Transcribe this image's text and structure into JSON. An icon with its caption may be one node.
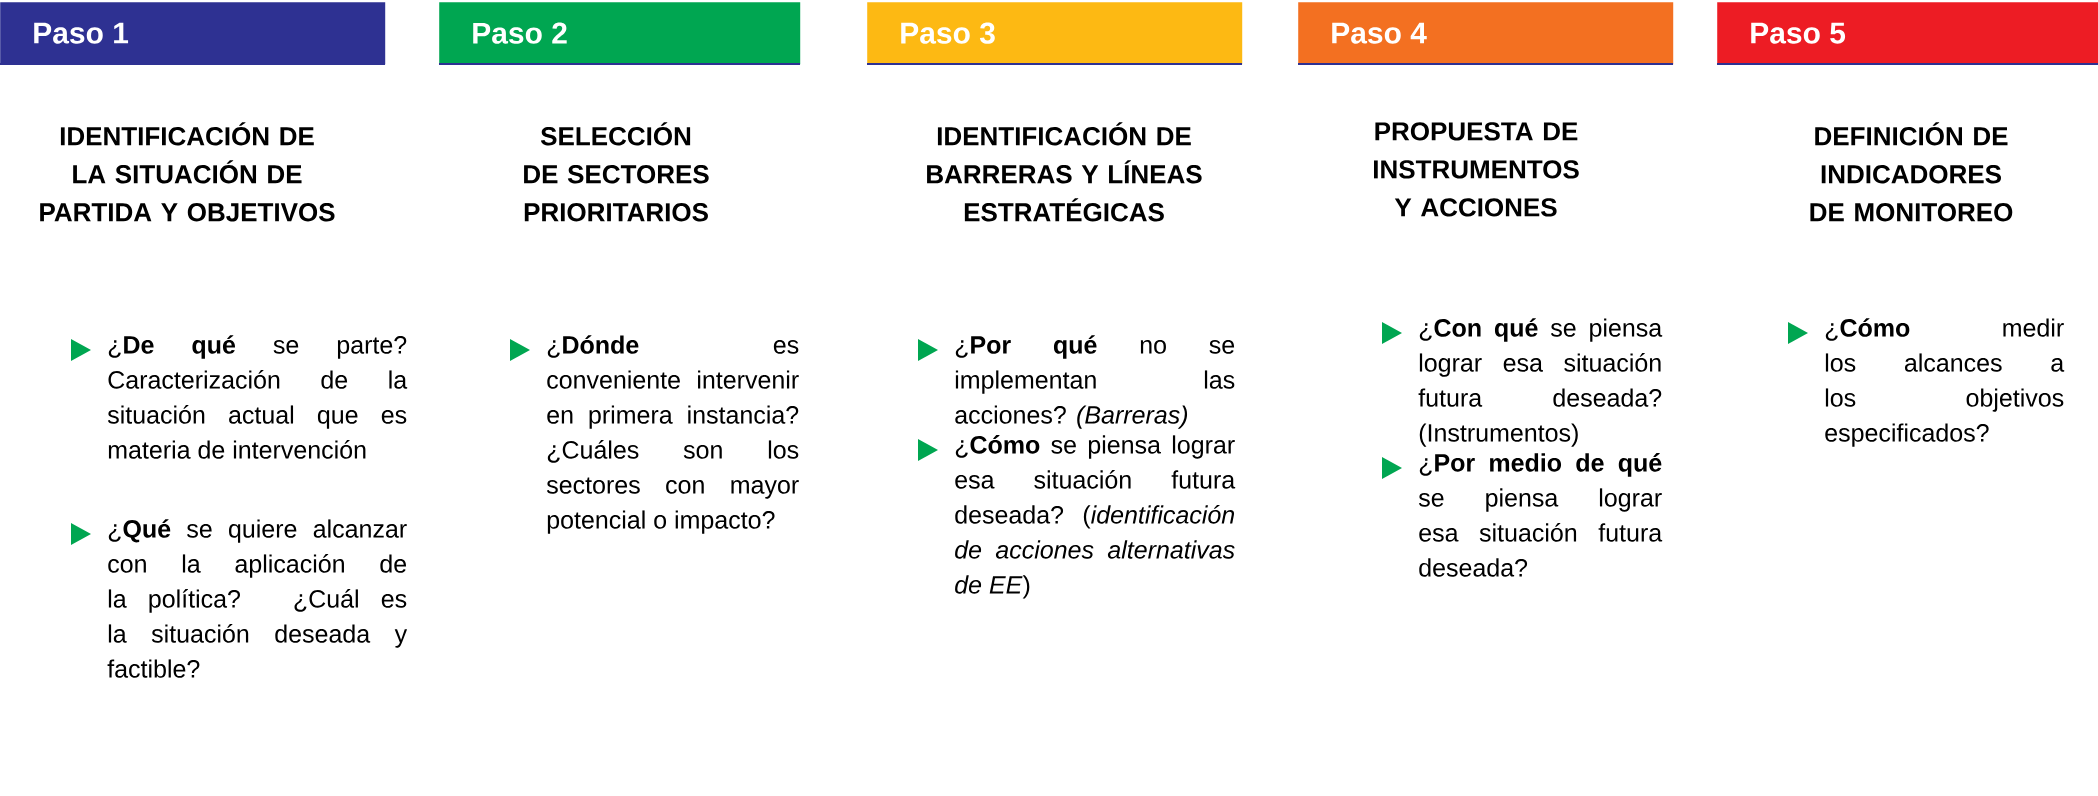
{
  "diagram": {
    "nodes": [
      {
        "text": [
          "Paso 1"
        ],
        "beside": [
          "IDENTIFICACIÓN DE LA SITUACIÓN DE PARTIDA Y OBJETIVOS"
        ]
      },
      {
        "text": [
          "Paso 2"
        ],
        "beside": [
          "SELECCIÓN DE SECTORES PRIORITARIOS"
        ]
      },
      {
        "text": [
          "Paso 3"
        ],
        "beside": [
          "IDENTIFICACIÓN DE BARRERAS Y LÍNEAS ESTRATÉGICAS"
        ]
      },
      {
        "text": [
          "Paso 4"
        ],
        "beside": [
          "PROPUESTA DE INSTRUMENTOS Y ACCIONES"
        ]
      },
      {
        "text": [
          "Paso 5"
        ],
        "beside": [
          "DEFINICIÓN DE INDICADORES DE MONITOREO"
        ]
      }
    ],
    "labels": [
      "¿**De qué** se parte? Caracterización de la situación actual que es materia de intervención",
      "¿**Qué** se quiere alcanzar con la aplicación de la política? ¿Cuál es la situación deseada y factible?",
      "¿**Dónde** es conveniente intervenir en primera instancia? ¿Cuáles son los sectores con mayor potencial o impacto?",
      "¿**Por qué** no se implementan las acciones? *(Barreras)*",
      "¿**Cómo** se piensa lograr esa situación futura deseada? (*identificación de acciones alternativas de EE*)",
      "¿**Con qué** se piensa lograr esa situación futura deseada? (Instrumentos)",
      "¿**Por medio de qué** se piensa lograr esa situación futura deseada?",
      "¿**Cómo** medir los alcances a los objetivos especificados?"
    ]
  }
}
